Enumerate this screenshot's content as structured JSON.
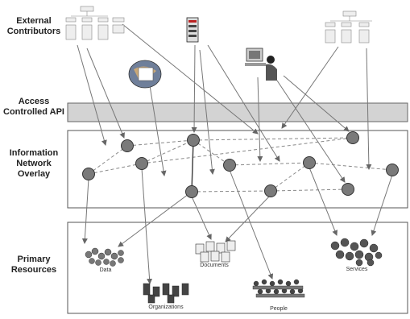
{
  "layers": {
    "external": "External Contributors",
    "api": "Access Controlled API",
    "overlay": "Information Network Overlay",
    "primary": "Primary Resources"
  },
  "resources": {
    "data": "Data",
    "documents": "Documents",
    "services": "Services",
    "organizations": "Organizations",
    "people": "People"
  },
  "colors": {
    "node_fill": "#7a7a7a",
    "node_stroke": "#333333",
    "api_band": "#d3d3d3",
    "arrow": "#777777"
  }
}
